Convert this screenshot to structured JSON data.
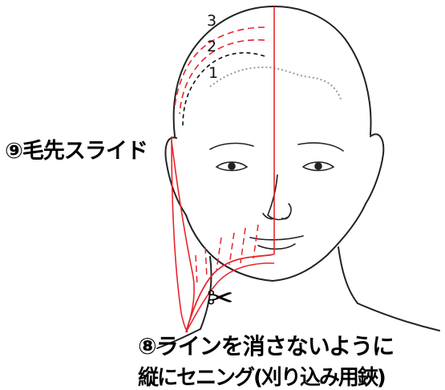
{
  "markers": {
    "line_1": "1",
    "line_2": "2",
    "line_3": "3"
  },
  "labels": {
    "slide": "⑨毛先スライド",
    "thinning_line1": "⑧ラインを消さないように",
    "thinning_line2": "縦にセニング(刈り込み用鋏)"
  },
  "icons": {
    "scissors": "✂"
  },
  "colors": {
    "guide_red": "#e8242a",
    "outline": "#222222",
    "dashed_black": "#111111"
  }
}
